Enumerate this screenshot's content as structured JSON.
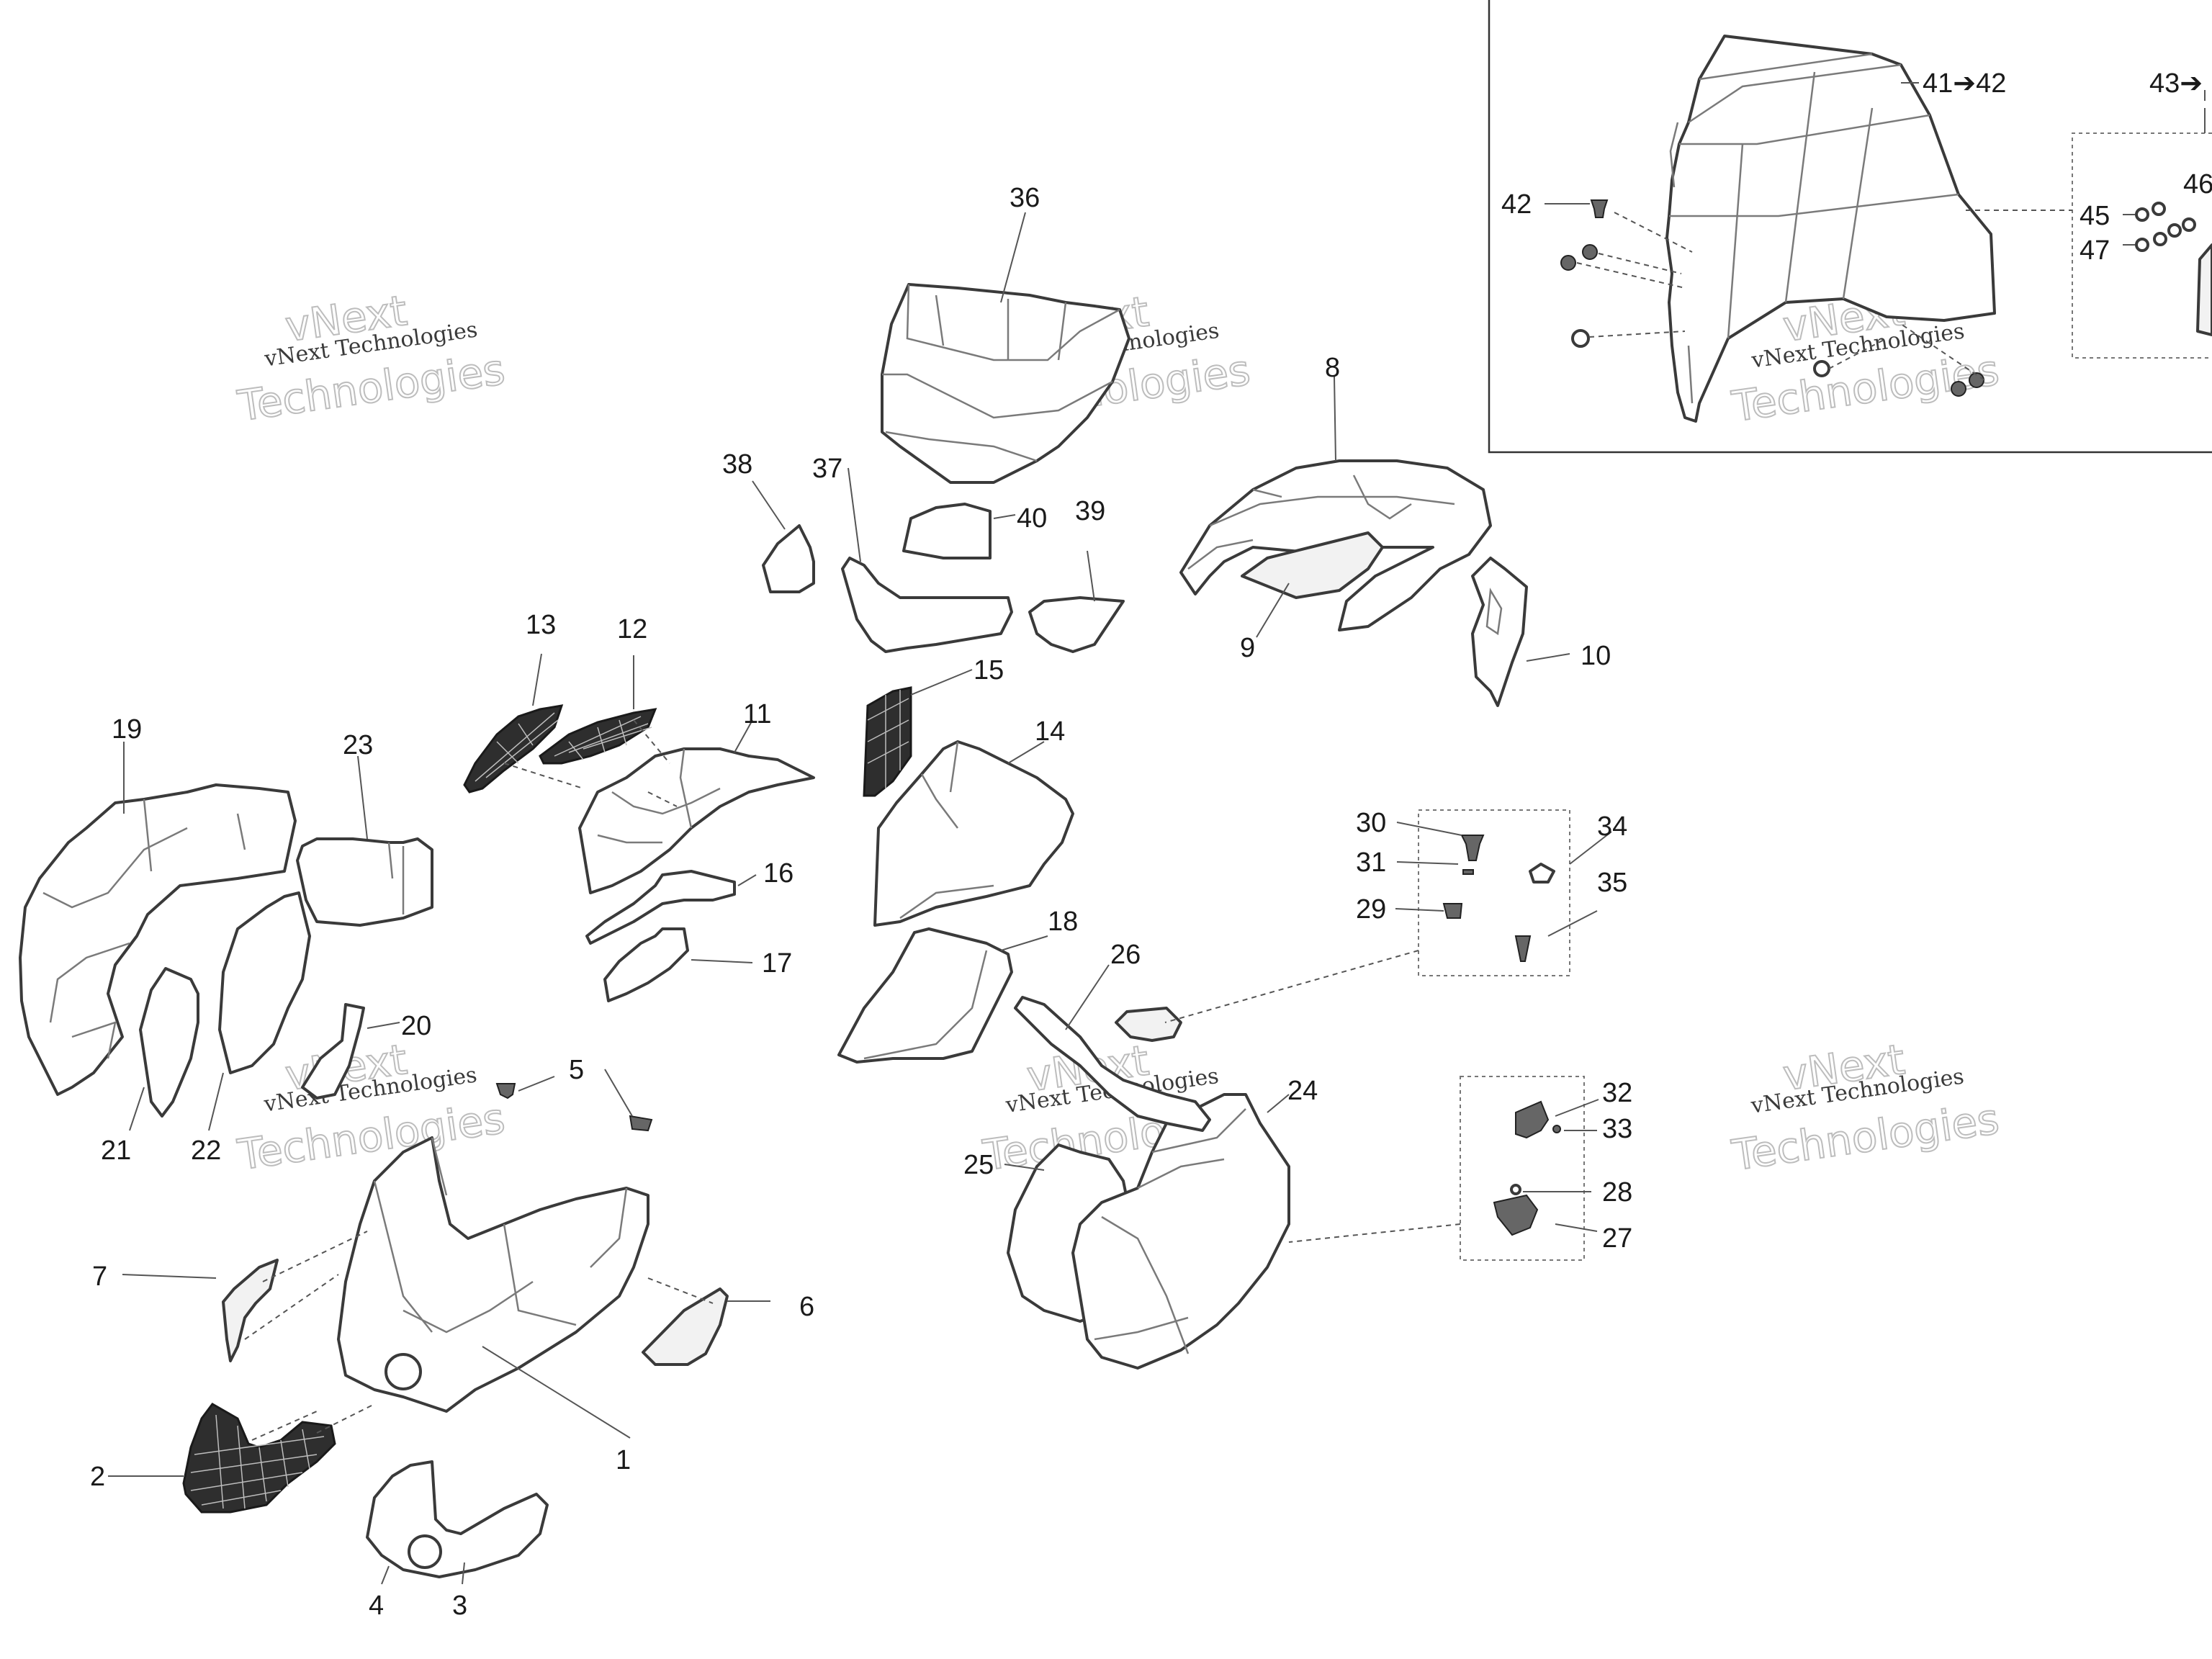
{
  "watermark": {
    "brand": "vNext Technologies",
    "big_top": "vNext",
    "big_bottom": "Technologies"
  },
  "callouts": {
    "p1": "1",
    "p2": "2",
    "p3": "3",
    "p4": "4",
    "p5": "5",
    "p6": "6",
    "p7": "7",
    "p8": "8",
    "p9": "9",
    "p10": "10",
    "p11": "11",
    "p12": "12",
    "p13": "13",
    "p14": "14",
    "p15": "15",
    "p16": "16",
    "p17": "17",
    "p18": "18",
    "p19": "19",
    "p20": "20",
    "p21": "21",
    "p22": "22",
    "p23": "23",
    "p24": "24",
    "p25": "25",
    "p26": "26",
    "p27": "27",
    "p28": "28",
    "p29": "29",
    "p30": "30",
    "p31": "31",
    "p32": "32",
    "p33": "33",
    "p34": "34",
    "p35": "35",
    "p36": "36",
    "p37": "37",
    "p38": "38",
    "p39": "39",
    "p40": "40",
    "p41_42": "41➔42",
    "p42": "42",
    "p43": "43➔",
    "p45": "45",
    "p46": "46",
    "p47": "47"
  }
}
